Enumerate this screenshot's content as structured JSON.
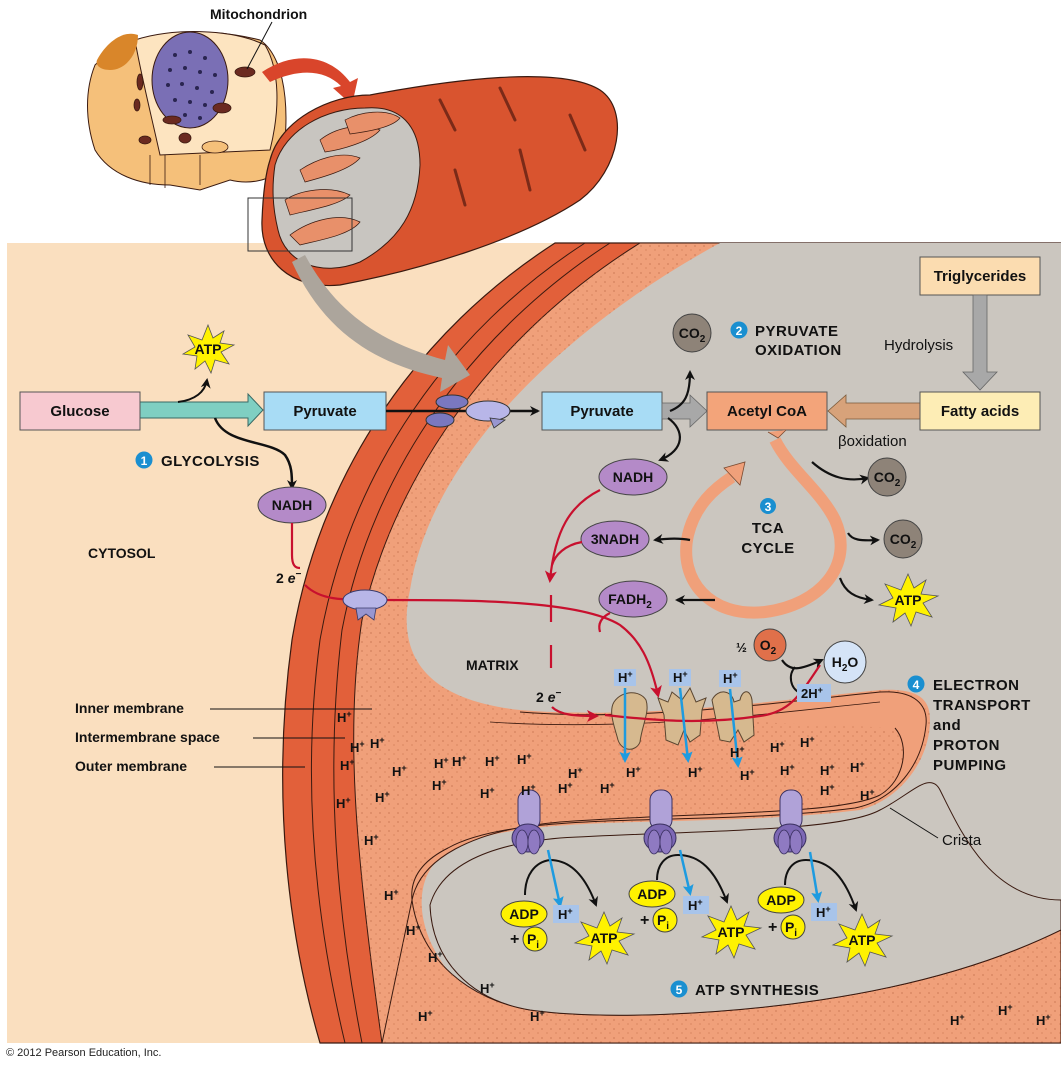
{
  "figure": {
    "title_label": "Mitochondrion",
    "copyright": "© 2012 Pearson Education, Inc.",
    "colors": {
      "cytosol_bg": "#fadfbf",
      "matrix_bg": "#cbc6bf",
      "outer_membrane": "#e2603a",
      "intermembrane": "#f0a07a",
      "electron_path": "#c8102e",
      "proton_arrow": "#1e9be0",
      "nadh_fill": "#b48ac8",
      "atp_fill": "#fff200",
      "step_badge": "#1a8fd0",
      "co2_fill": "#8e8378"
    }
  },
  "regions": {
    "cytosol": "CYTOSOL",
    "matrix": "MATRIX"
  },
  "membrane_labels": {
    "inner": "Inner membrane",
    "intermembrane": "Intermembrane space",
    "outer": "Outer membrane",
    "crista": "Crista"
  },
  "boxes": {
    "glucose": "Glucose",
    "pyruvate_cytosol": "Pyruvate",
    "pyruvate_matrix": "Pyruvate",
    "acetyl_coa": "Acetyl CoA",
    "triglycerides": "Triglycerides",
    "fatty_acids": "Fatty acids"
  },
  "process_labels": {
    "hydrolysis": "Hydrolysis",
    "beta_oxidation": "βoxidation"
  },
  "steps": [
    {
      "number": "1",
      "lines": [
        "GLYCOLYSIS"
      ]
    },
    {
      "number": "2",
      "lines": [
        "PYRUVATE",
        "OXIDATION"
      ]
    },
    {
      "number": "3",
      "lines": [
        "TCA",
        "CYCLE"
      ]
    },
    {
      "number": "4",
      "lines": [
        "ELECTRON",
        "TRANSPORT",
        "and",
        "PROTON",
        "PUMPING"
      ]
    },
    {
      "number": "5",
      "lines": [
        "ATP SYNTHESIS"
      ]
    }
  ],
  "molecules": {
    "atp": "ATP",
    "nadh": "NADH",
    "three_nadh": "3NADH",
    "fadh2": "FADH",
    "fadh2_sub": "2",
    "co2": "CO",
    "co2_sub": "2",
    "o2_prefix": "½",
    "o2": "O",
    "o2_sub": "2",
    "h2o_h": "H",
    "h2o_sub": "2",
    "h2o_o": "O",
    "two_h": "2H",
    "proton": "H",
    "proton_sup": "+",
    "adp": "ADP",
    "pi": "P",
    "pi_sub": "i",
    "plus": "+",
    "electrons": "2 ",
    "electron_symbol": "e",
    "electron_sup": "−"
  }
}
